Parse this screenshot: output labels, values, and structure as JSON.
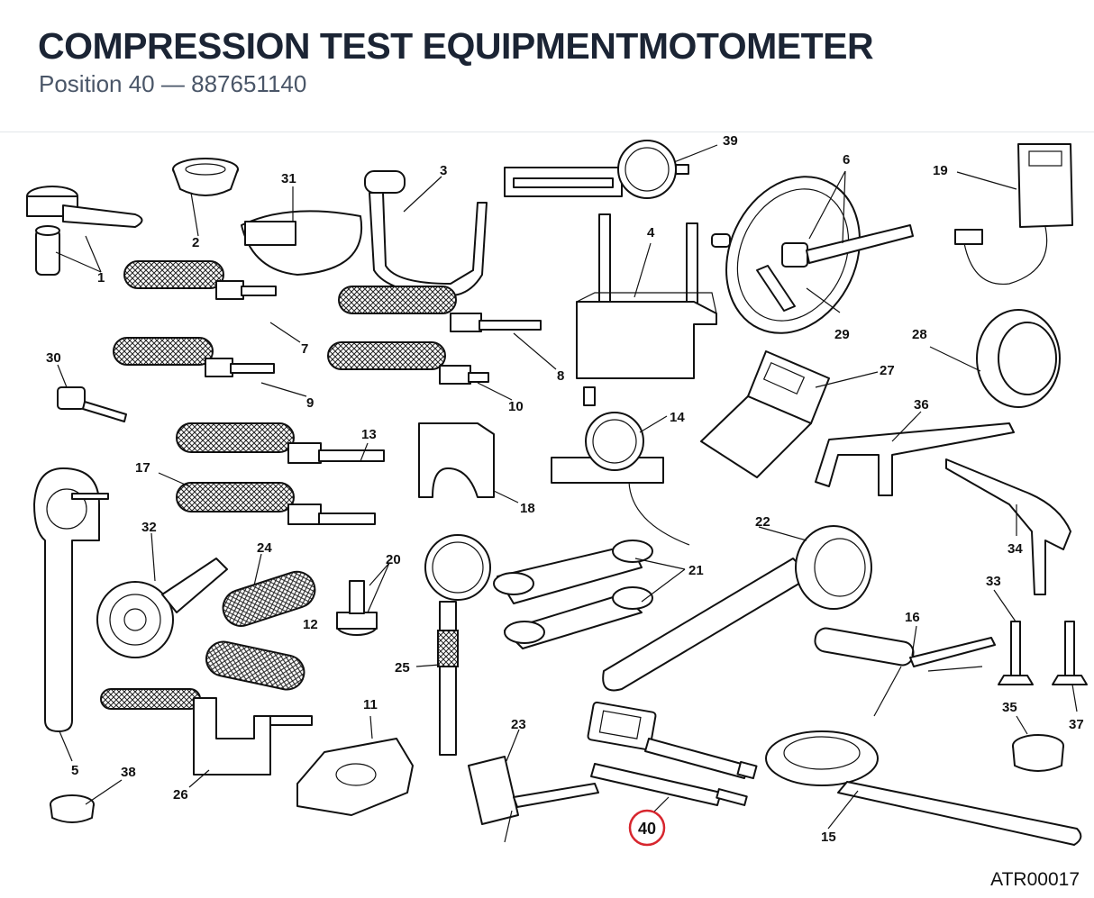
{
  "header": {
    "title": "COMPRESSION TEST EQUIPMENTMOTOMETER",
    "position_text": "Position 40",
    "separator": "—",
    "part_number": "887651140"
  },
  "diagram": {
    "reference_code": "ATR00017",
    "highlighted_callout": "40",
    "highlight_color": "#d7262e",
    "callouts": [
      "1",
      "2",
      "3",
      "4",
      "5",
      "6",
      "7",
      "8",
      "9",
      "10",
      "11",
      "12",
      "13",
      "14",
      "15",
      "16",
      "17",
      "18",
      "19",
      "20",
      "21",
      "22",
      "23",
      "24",
      "25",
      "26",
      "27",
      "28",
      "29",
      "30",
      "31",
      "32",
      "33",
      "34",
      "35",
      "36",
      "37",
      "38",
      "39",
      "40"
    ]
  }
}
